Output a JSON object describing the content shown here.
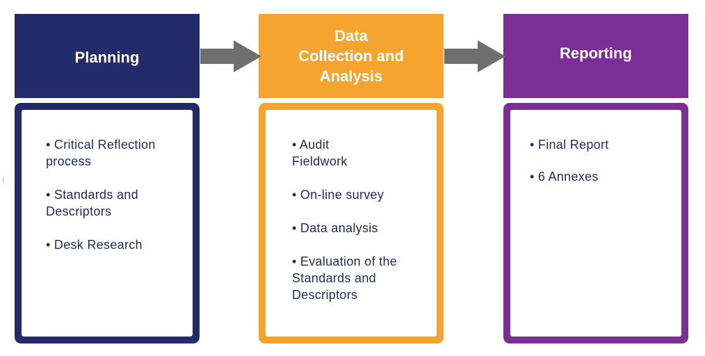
{
  "stages": [
    {
      "id": "planning",
      "title_lines": [
        "Planning"
      ],
      "color": "#232a6b",
      "items": [
        "• Critical Reflection process",
        "• Standards and Descriptors",
        "• Desk Research"
      ]
    },
    {
      "id": "data",
      "title_lines": [
        "Data",
        "Collection and",
        "Analysis"
      ],
      "color": "#f5a52f",
      "items": [
        "• Audit Fieldwork",
        "• On-line survey",
        "• Data analysis",
        "• Evaluation of the Standards and Descriptors"
      ]
    },
    {
      "id": "reporting",
      "title_lines": [
        "Reporting"
      ],
      "color": "#7b2f96",
      "items": [
        "• Final Report",
        "• 6 Annexes"
      ]
    }
  ],
  "arrow_color": "#6f6f6f",
  "text_color": "#1e2a5e"
}
